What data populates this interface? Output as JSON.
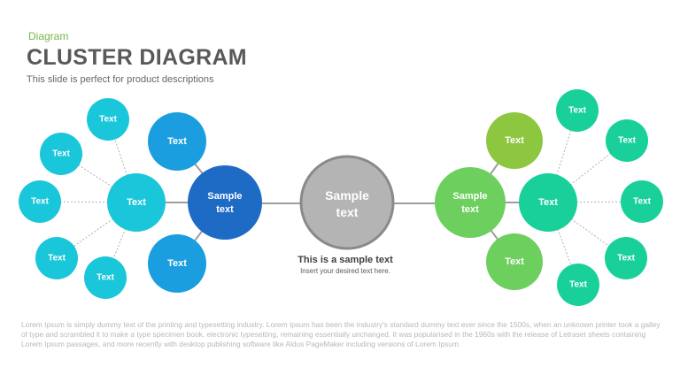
{
  "header": {
    "kicker": "Diagram",
    "title": "CLUSTER DIAGRAM",
    "subtitle": "This slide is perfect for product descriptions"
  },
  "colors": {
    "teal": "#19c6da",
    "cyan_blue": "#1a9ee0",
    "royal_blue": "#1e6bc6",
    "center_gray": "#b4b4b4",
    "lime_green": "#8dc63f",
    "light_green": "#6dcf5e",
    "mint_green": "#19d09a",
    "connector_gray": "#9e9e9e"
  },
  "center_node": {
    "label_line1": "Sample",
    "label_line2": "text"
  },
  "left_cluster": {
    "hub": {
      "label_line1": "Sample",
      "label_line2": "text"
    },
    "mid_top": "Text",
    "mid_center": "Text",
    "mid_bottom": "Text",
    "leaves": [
      "Text",
      "Text",
      "Text",
      "Text",
      "Text"
    ]
  },
  "right_cluster": {
    "hub": {
      "label_line1": "Sample",
      "label_line2": "text"
    },
    "mid_top": "Text",
    "mid_center": "Text",
    "mid_bottom": "Text",
    "leaves": [
      "Text",
      "Text",
      "Text",
      "Text",
      "Text"
    ]
  },
  "caption": {
    "main": "This is a sample text",
    "sub": "Insert your desired text here."
  },
  "body_text": "Lorem Ipsum is simply dummy text of the printing and typesetting industry. Lorem Ipsum has been the industry's standard dummy text ever since the 1500s, when an unknown printer took a galley of type and scrambled it to make a type specimen book. electronic typesetting, remaining essentially unchanged. It was popularised in the 1960s with the release of Letraset sheets containing Lorem Ipsum passages, and more recently with desktop publishing software like Aldus PageMaker including versions of Lorem Ipsum."
}
